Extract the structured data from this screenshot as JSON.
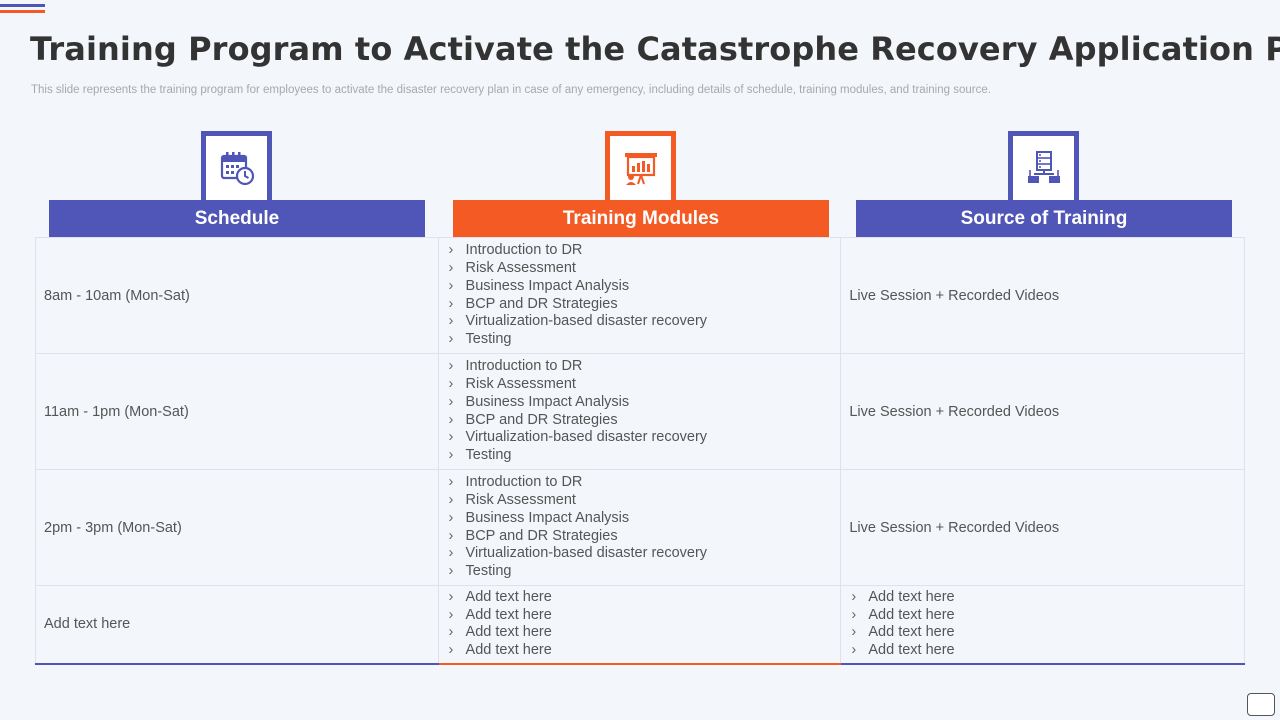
{
  "slide": {
    "title": "Training Program to Activate the Catastrophe Recovery Application Plan",
    "subtitle": "This slide represents the training program for employees to activate the disaster recovery plan in case of any emergency, including details of schedule, training modules, and training source."
  },
  "colors": {
    "primary": "#5055b8",
    "accent": "#f45a24",
    "background": "#f3f6fb"
  },
  "columns": [
    {
      "label": "Schedule",
      "icon": "calendar-clock-icon"
    },
    {
      "label": "Training Modules",
      "icon": "presentation-board-icon"
    },
    {
      "label": "Source of Training",
      "icon": "server-network-icon"
    }
  ],
  "rows": [
    {
      "schedule": "8am - 10am (Mon-Sat)",
      "modules": [
        "Introduction to DR",
        "Risk Assessment",
        "Business Impact Analysis",
        "BCP and DR Strategies",
        "Virtualization-based disaster recovery",
        "Testing"
      ],
      "source": "Live Session + Recorded Videos"
    },
    {
      "schedule": "11am - 1pm (Mon-Sat)",
      "modules": [
        "Introduction to DR",
        "Risk Assessment",
        "Business Impact Analysis",
        "BCP and DR Strategies",
        "Virtualization-based disaster recovery",
        "Testing"
      ],
      "source": "Live Session + Recorded Videos"
    },
    {
      "schedule": "2pm - 3pm (Mon-Sat)",
      "modules": [
        "Introduction to DR",
        "Risk Assessment",
        "Business Impact Analysis",
        "BCP and DR Strategies",
        "Virtualization-based disaster recovery",
        "Testing"
      ],
      "source": "Live Session + Recorded Videos"
    },
    {
      "schedule": "Add text here",
      "modules": [
        "Add text here",
        "Add text here",
        "Add text here",
        "Add text here"
      ],
      "source_list": [
        "Add text here",
        "Add text here",
        "Add text here",
        "Add text here"
      ]
    }
  ],
  "bullet": "›"
}
